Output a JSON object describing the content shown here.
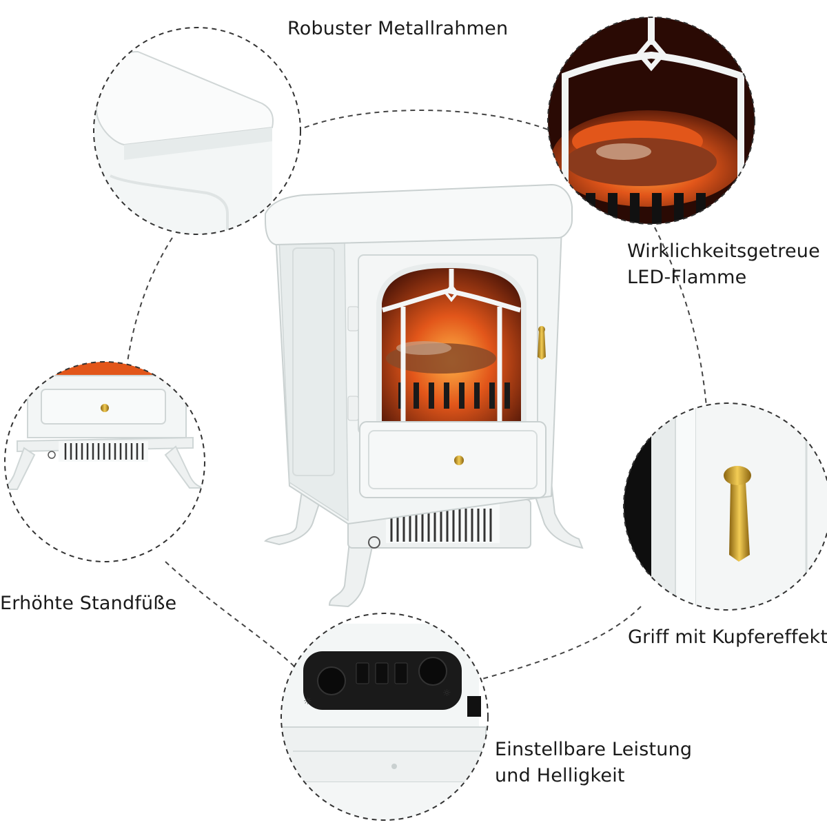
{
  "labels": {
    "frame": "Robuster Metallrahmen",
    "flame_line1": "Wirklichkeitsgetreue",
    "flame_line2": "LED-Flamme",
    "feet": "Erhöhte Standfüße",
    "handle": "Griff mit Kupfereffekt",
    "power_line1": "Einstellbare Leistung",
    "power_line2": "und Helligkeit"
  },
  "colors": {
    "background": "#ffffff",
    "body": "#f4f6f6",
    "outline": "#d2d8d8",
    "flame": "#e2561a",
    "ember": "#7a2a10",
    "handle": "#c89a1c",
    "dash": "#444444"
  }
}
